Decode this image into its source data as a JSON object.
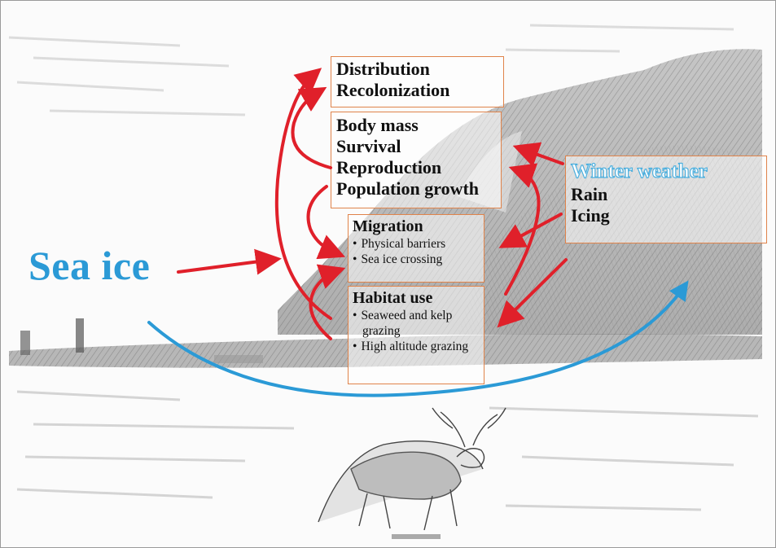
{
  "boxes": {
    "distribution": {
      "lines": [
        "Distribution",
        "Recolonization"
      ]
    },
    "demography": {
      "lines": [
        "Body mass",
        "Survival",
        "Reproduction",
        "Population growth"
      ]
    },
    "migration": {
      "title": "Migration",
      "bullets": [
        "Physical barriers",
        "Sea ice crossing"
      ]
    },
    "habitat": {
      "title": "Habitat use",
      "bullets": [
        "Seaweed and kelp grazing",
        "High altitude grazing"
      ]
    },
    "winter": {
      "title": "Winter weather",
      "lines": [
        "Rain",
        "Icing"
      ]
    }
  },
  "sea_ice_label": "Sea ice",
  "colors": {
    "box_border": "#e0834a",
    "red_arrow": "#e0202a",
    "blue_arrow": "#2b9ad6",
    "winter_title": "#4fb0de"
  },
  "illustrations": [
    "mountain-sketch",
    "coastline-sketch",
    "reindeer-sketch"
  ]
}
